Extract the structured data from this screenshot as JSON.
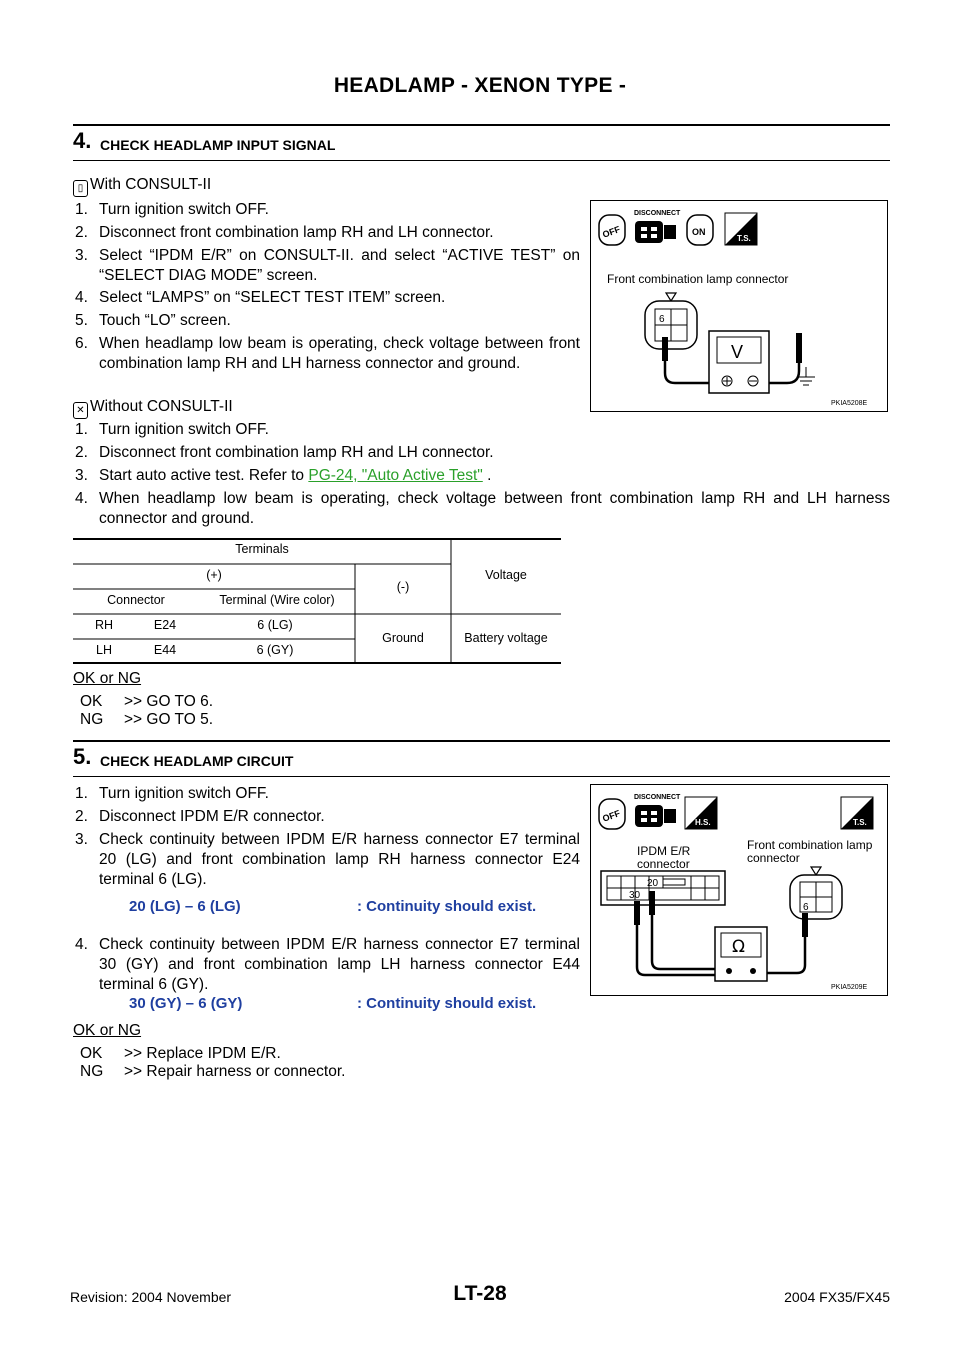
{
  "page": {
    "title": "HEADLAMP - XENON TYPE -",
    "page_number": "LT-28",
    "revision": "Revision: 2004 November",
    "model": "2004 FX35/FX45"
  },
  "step4": {
    "number": "4.",
    "heading": "CHECK HEADLAMP INPUT SIGNAL",
    "with_consult": "With CONSULT-II",
    "with_items": [
      "Turn ignition switch OFF.",
      "Disconnect front combination lamp RH and LH connector.",
      "Select “IPDM E/R” on CONSULT-II. and select  “ACTIVE TEST” on “SELECT DIAG MODE” screen.",
      "Select “LAMPS” on “SELECT TEST ITEM” screen.",
      "Touch “LO” screen.",
      "When headlamp low beam is operating, check voltage between front combination lamp RH and LH harness connector and ground."
    ],
    "without_consult": "Without CONSULT-II",
    "without_items": [
      "Turn ignition switch OFF.",
      "Disconnect front combination lamp RH and LH connector.",
      "Start auto active test. Refer to",
      "When headlamp low beam is operating, check voltage between front combination lamp RH and LH harness connector and ground."
    ],
    "refer_link": "PG-24, \"Auto Active Test\"",
    "refer_suffix": " .",
    "table": {
      "terminals": "Terminals",
      "plus": "(+)",
      "minus": "(-)",
      "voltage": "Voltage",
      "connector": "Connector",
      "terminal_wire": "Terminal (Wire color)",
      "rows": [
        {
          "side": "RH",
          "connector": "E24",
          "terminal": "6 (LG)"
        },
        {
          "side": "LH",
          "connector": "E44",
          "terminal": "6 (GY)"
        }
      ],
      "ground": "Ground",
      "battery": "Battery voltage"
    },
    "okng": "OK or NG",
    "ok_label": "OK",
    "ok_text": ">> GO TO 6.",
    "ng_label": "NG",
    "ng_text": ">> GO TO 5.",
    "figure": {
      "connector_label": "Front combination lamp connector",
      "terminal": "6",
      "meter": "V",
      "disconnect": "DISCONNECT",
      "off": "OFF",
      "on": "ON",
      "ts": "T.S.",
      "code": "PKIA5208E"
    }
  },
  "step5": {
    "number": "5.",
    "heading": "CHECK HEADLAMP CIRCUIT",
    "items": [
      "Turn ignition switch OFF.",
      "Disconnect IPDM E/R connector.",
      "Check continuity between IPDM E/R harness connector E7 terminal 20 (LG) and front combination lamp RH harness connector E24 terminal 6 (LG).",
      "Check continuity between IPDM E/R harness connector E7 terminal 30 (GY) and front combination lamp LH harness connector E44 terminal 6 (GY)."
    ],
    "result1_left": "20 (LG) – 6 (LG)",
    "result1_right": ": Continuity should exist.",
    "result2_left": "30 (GY) – 6 (GY)",
    "result2_right": ": Continuity should exist.",
    "okng": "OK or NG",
    "ok_label": "OK",
    "ok_text": ">> Replace IPDM E/R.",
    "ng_label": "NG",
    "ng_text": ">> Repair harness or connector.",
    "figure": {
      "ipdm_label_1": "IPDM E/R",
      "ipdm_label_2": "connector",
      "fcl_label_1": "Front combination lamp",
      "fcl_label_2": "connector",
      "t20": "20",
      "t30": "30",
      "t6": "6",
      "meter": "Ω",
      "disconnect": "DISCONNECT",
      "off": "OFF",
      "hs": "H.S.",
      "ts": "T.S.",
      "code": "PKIA5209E"
    }
  }
}
